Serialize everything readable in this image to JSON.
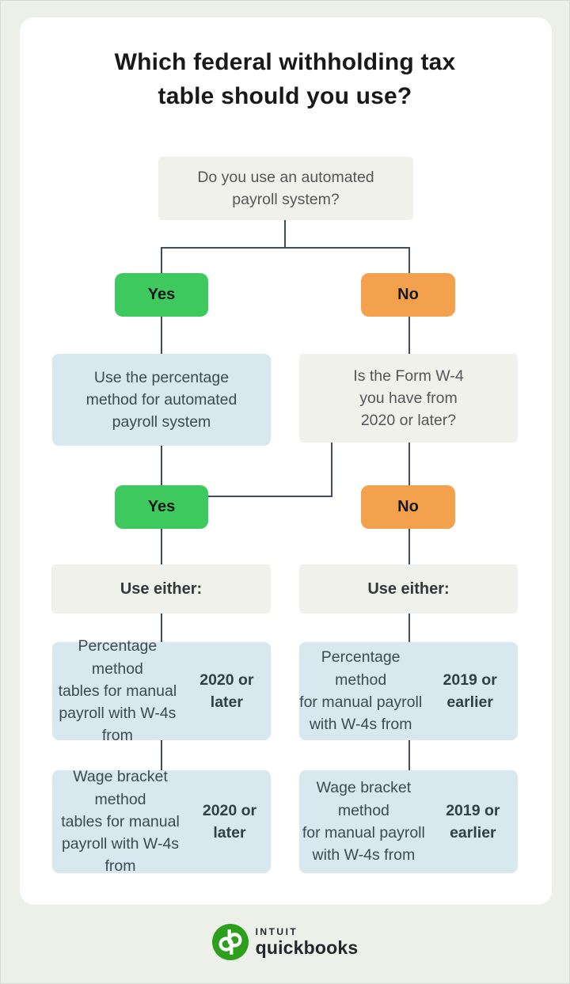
{
  "title": "Which federal withholding tax\ntable should you use?",
  "colors": {
    "background": "#edefe9",
    "card": "#ffffff",
    "question_box": "#f1f1ec",
    "result_box": "#d7e9ee",
    "yes_green": "#3ec95e",
    "no_orange": "#f4a14d",
    "connector": "#424d5c",
    "brand_green": "#2ca01c"
  },
  "flow": {
    "question1": "Do you use an automated\npayroll system?",
    "yes1": "Yes",
    "no1": "No",
    "automated_result": "Use the percentage\nmethod for automated\npayroll system",
    "question2": "Is the Form W-4\nyou have from\n2020 or later?",
    "yes2": "Yes",
    "no2": "No",
    "use_either_left": "Use either:",
    "use_either_right": "Use either:",
    "percentage_2020": {
      "text": "Percentage method\ntables for manual\npayroll with W-4s\nfrom ",
      "bold": "2020 or later"
    },
    "wage_2020": {
      "text": "Wage bracket method\ntables for manual\npayroll with W-4s\nfrom ",
      "bold": "2020 or later"
    },
    "percentage_2019": {
      "text": "Percentage method\nfor manual payroll\nwith W-4s from\n",
      "bold": "2019 or earlier"
    },
    "wage_2019": {
      "text": "Wage bracket method\nfor manual payroll\nwith W-4s from\n",
      "bold": "2019 or earlier"
    }
  },
  "footer": {
    "brand_name_top": "INTUIT",
    "brand_name_bottom": "quickbooks"
  }
}
